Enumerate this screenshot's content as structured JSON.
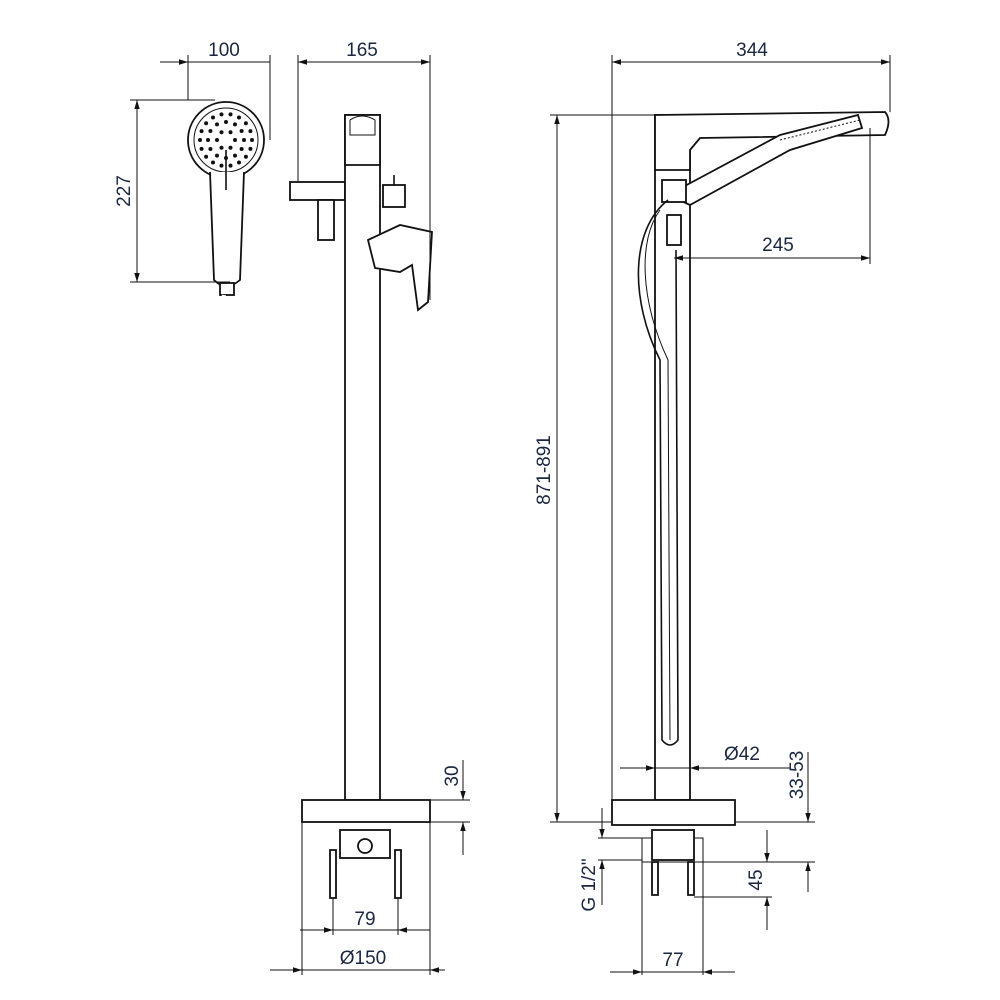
{
  "dimensions": {
    "handshower_width": "100",
    "holder_offset": "165",
    "handshower_height": "227",
    "total_reach": "344",
    "spout_reach": "245",
    "total_height": "871-891",
    "column_diameter": "Ø42",
    "base_height_range": "33-53",
    "base_plate": "30",
    "thread": "G 1/2\"",
    "connection_depth": "45",
    "leg_spacing": "79",
    "base_diameter": "Ø150",
    "fitting_width": "77"
  }
}
